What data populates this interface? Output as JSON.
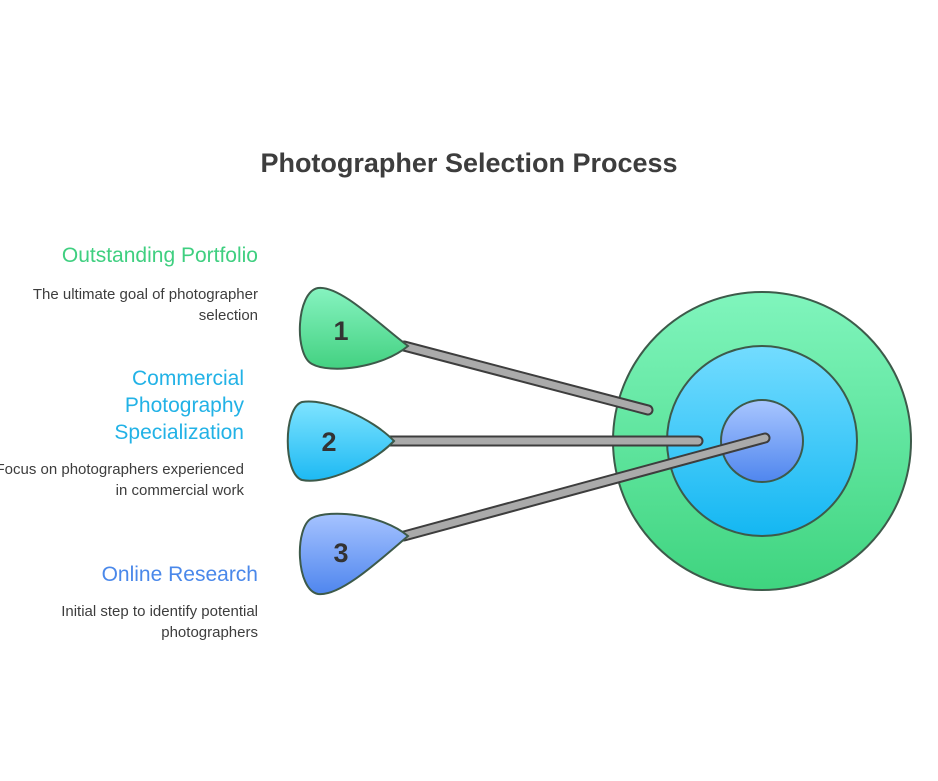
{
  "title": "Photographer Selection Process",
  "steps": [
    {
      "number": "1",
      "heading": "Outstanding Portfolio",
      "description": "The ultimate goal of photographer selection",
      "color": "#3fcf80"
    },
    {
      "number": "2",
      "heading": "Commercial Photography Specialization",
      "description": "Focus on photographers experienced in commercial work",
      "color": "#22b2e6"
    },
    {
      "number": "3",
      "heading": "Online Research",
      "description": "Initial step to identify potential photographers",
      "color": "#4a88ea"
    }
  ],
  "colors": {
    "ring_outer": "#5ee39a",
    "ring_middle": "#3cc6f4",
    "ring_inner": "#7aa4f8",
    "outline": "#3d5a4a",
    "stick": "#aaaaaa"
  }
}
